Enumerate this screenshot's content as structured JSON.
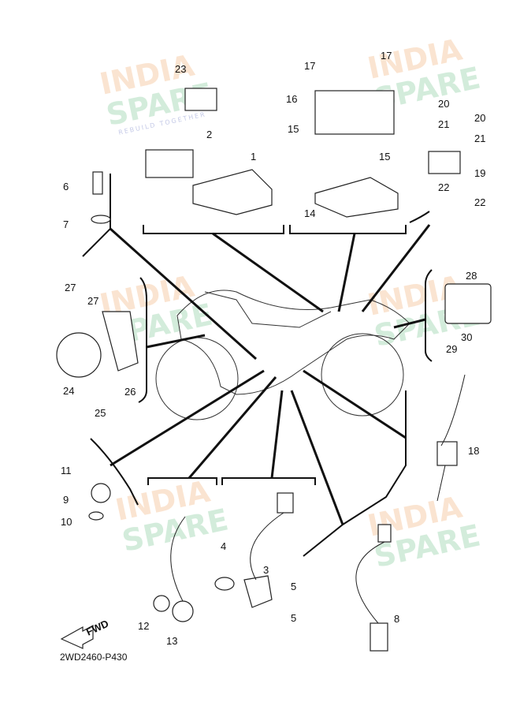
{
  "diagram": {
    "code": "2WD2460-P430",
    "fwd_label": "FWD",
    "watermark": {
      "line1": "INDIA",
      "line2": "SPARE",
      "tagline": "REBUILD TOGETHER"
    },
    "callouts": {
      "c23": "23",
      "c2": "2",
      "c1": "1",
      "c17a": "17",
      "c17b": "17",
      "c16": "16",
      "c15a": "15",
      "c15b": "15",
      "c14": "14",
      "c20a": "20",
      "c20b": "20",
      "c21a": "21",
      "c21b": "21",
      "c19": "19",
      "c22a": "22",
      "c22b": "22",
      "c6": "6",
      "c7": "7",
      "c27a": "27",
      "c27b": "27",
      "c24": "24",
      "c25": "25",
      "c26": "26",
      "c28": "28",
      "c29": "29",
      "c30": "30",
      "c18": "18",
      "c11": "11",
      "c9": "9",
      "c10": "10",
      "c4": "4",
      "c3": "3",
      "c5a": "5",
      "c5b": "5",
      "c12": "12",
      "c13": "13",
      "c8": "8"
    }
  }
}
